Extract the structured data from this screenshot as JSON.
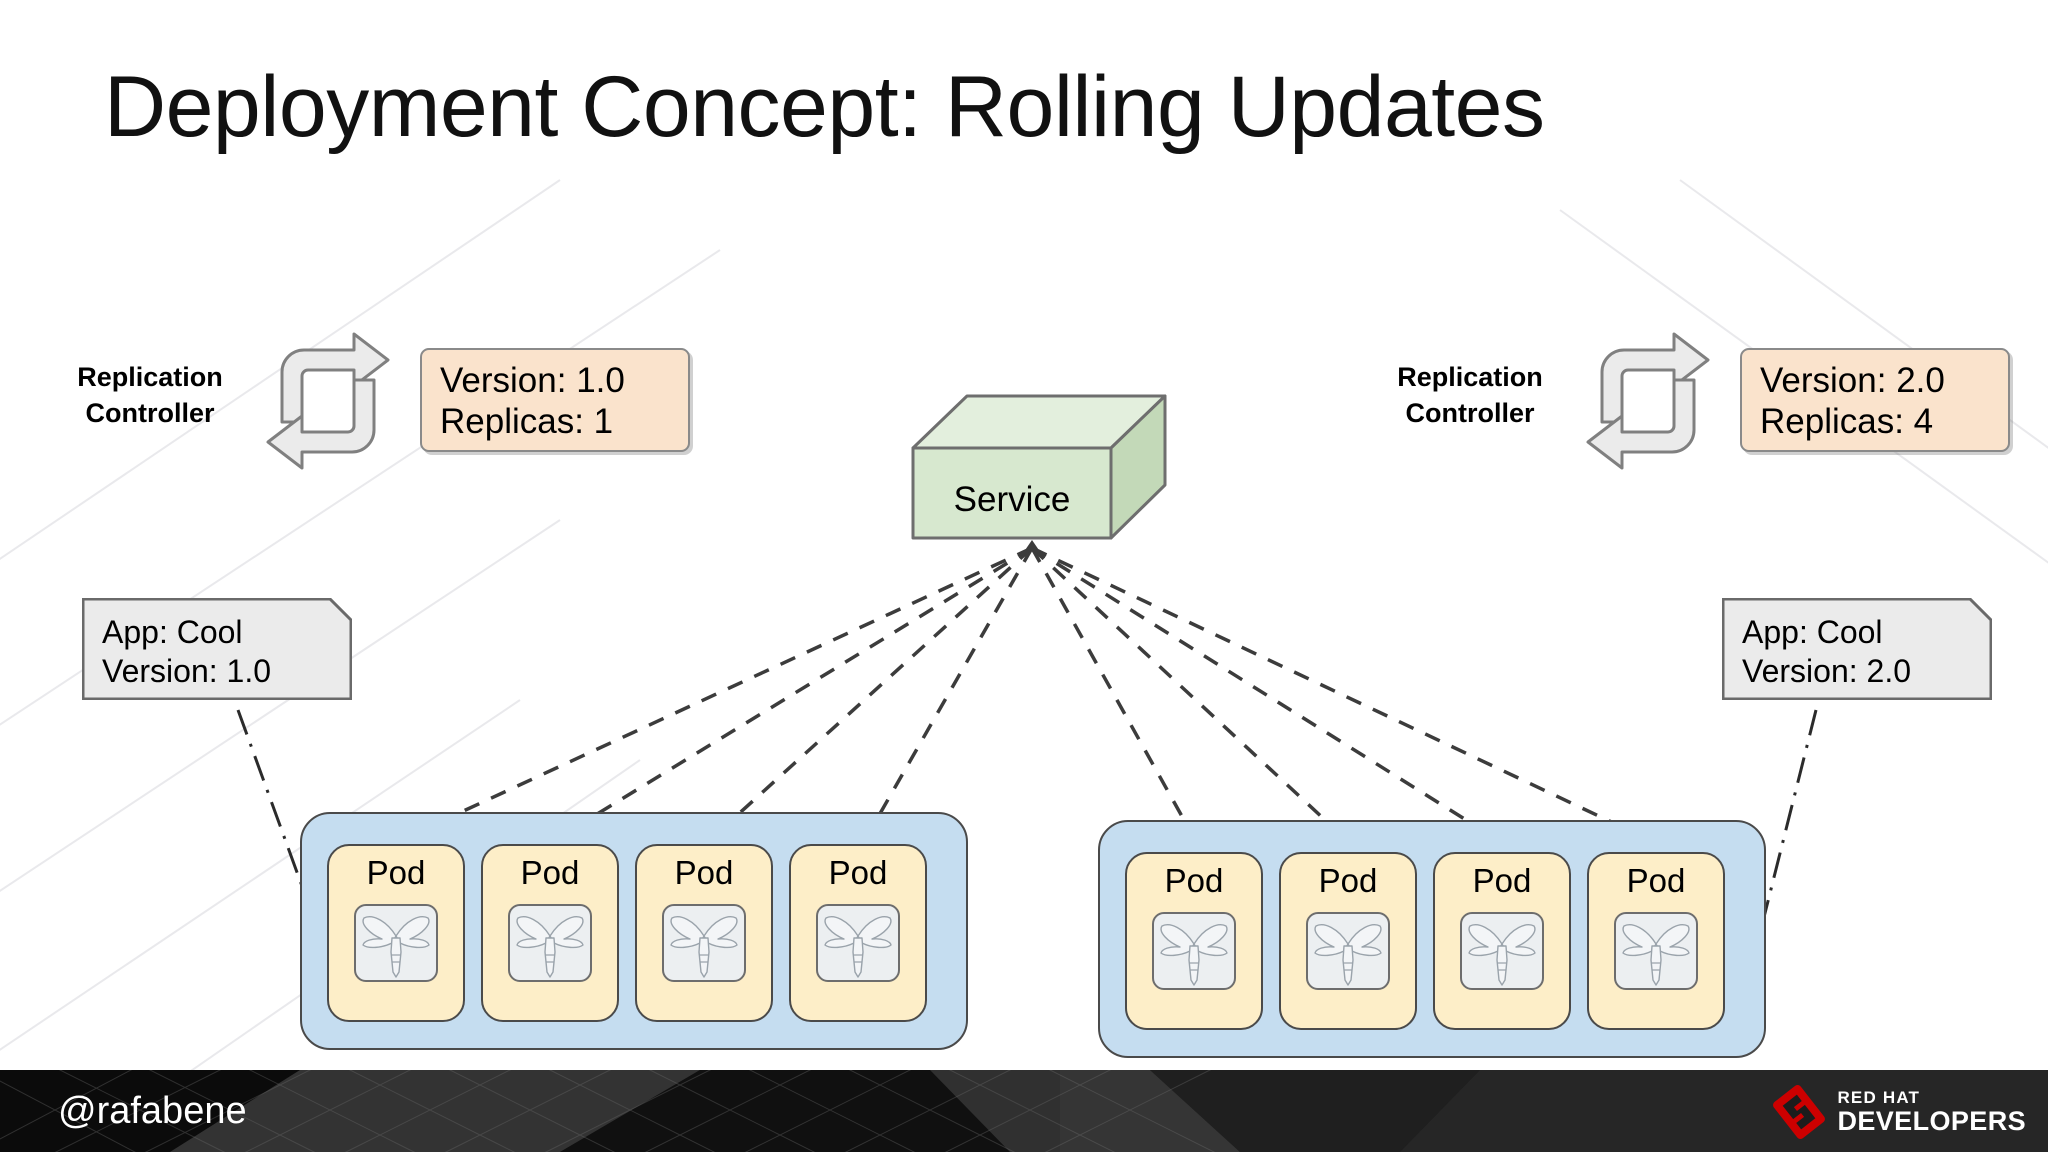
{
  "slide": {
    "title": "Deployment Concept: Rolling Updates",
    "background_color": "#ffffff"
  },
  "colors": {
    "spec_box_fill": "#fae3cc",
    "pod_group_fill": "#c5ddf0",
    "pod_fill": "#fdeec8",
    "service_front_fill": "#d7e8cf",
    "service_top_fill": "#e3efdd",
    "service_side_fill": "#c3d9b8",
    "note_fill": "#ebebeb",
    "footer_background": "#1c1c1c",
    "brand_red": "#cc0000",
    "stroke": "#4a4a4a"
  },
  "replication_controllers": [
    {
      "id": "left",
      "label_line1": "Replication",
      "label_line2": "Controller",
      "icon": "rotate-arrows-icon",
      "spec": {
        "version": "Version: 1.0",
        "replicas": "Replicas: 1"
      }
    },
    {
      "id": "right",
      "label_line1": "Replication",
      "label_line2": "Controller",
      "icon": "rotate-arrows-icon",
      "spec": {
        "version": "Version: 2.0",
        "replicas": "Replicas: 4"
      }
    }
  ],
  "service": {
    "label": "Service"
  },
  "notes": [
    {
      "id": "left",
      "line1": "App: Cool",
      "line2": "Version: 1.0"
    },
    {
      "id": "right",
      "line1": "App: Cool",
      "line2": "Version: 2.0"
    }
  ],
  "pod_groups": [
    {
      "id": "left",
      "pods": [
        {
          "label": "Pod",
          "icon": "wildfly-dragonfly-icon"
        },
        {
          "label": "Pod",
          "icon": "wildfly-dragonfly-icon"
        },
        {
          "label": "Pod",
          "icon": "wildfly-dragonfly-icon"
        },
        {
          "label": "Pod",
          "icon": "wildfly-dragonfly-icon"
        }
      ]
    },
    {
      "id": "right",
      "pods": [
        {
          "label": "Pod",
          "icon": "wildfly-dragonfly-icon"
        },
        {
          "label": "Pod",
          "icon": "wildfly-dragonfly-icon"
        },
        {
          "label": "Pod",
          "icon": "wildfly-dragonfly-icon"
        },
        {
          "label": "Pod",
          "icon": "wildfly-dragonfly-icon"
        }
      ]
    }
  ],
  "footer": {
    "handle": "@rafabene",
    "logo": {
      "icon": "red-hat-shadowman-icon",
      "line1": "RED HAT",
      "line2": "DEVELOPERS"
    }
  }
}
